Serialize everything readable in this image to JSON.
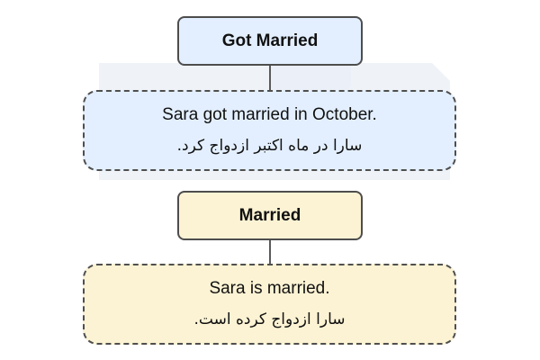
{
  "colors": {
    "blue_fill": "#e3efff",
    "yellow_fill": "#fcf3d4",
    "border": "#4d4d4d"
  },
  "blocks": [
    {
      "title": "Got Married",
      "english": "Sara got married in October.",
      "persian": "سارا در ماه اکتبر ازدواج کرد.",
      "color": "blue"
    },
    {
      "title": "Married",
      "english": "Sara is married.",
      "persian": "سارا ازدواج کرده است.",
      "color": "yellow"
    }
  ]
}
